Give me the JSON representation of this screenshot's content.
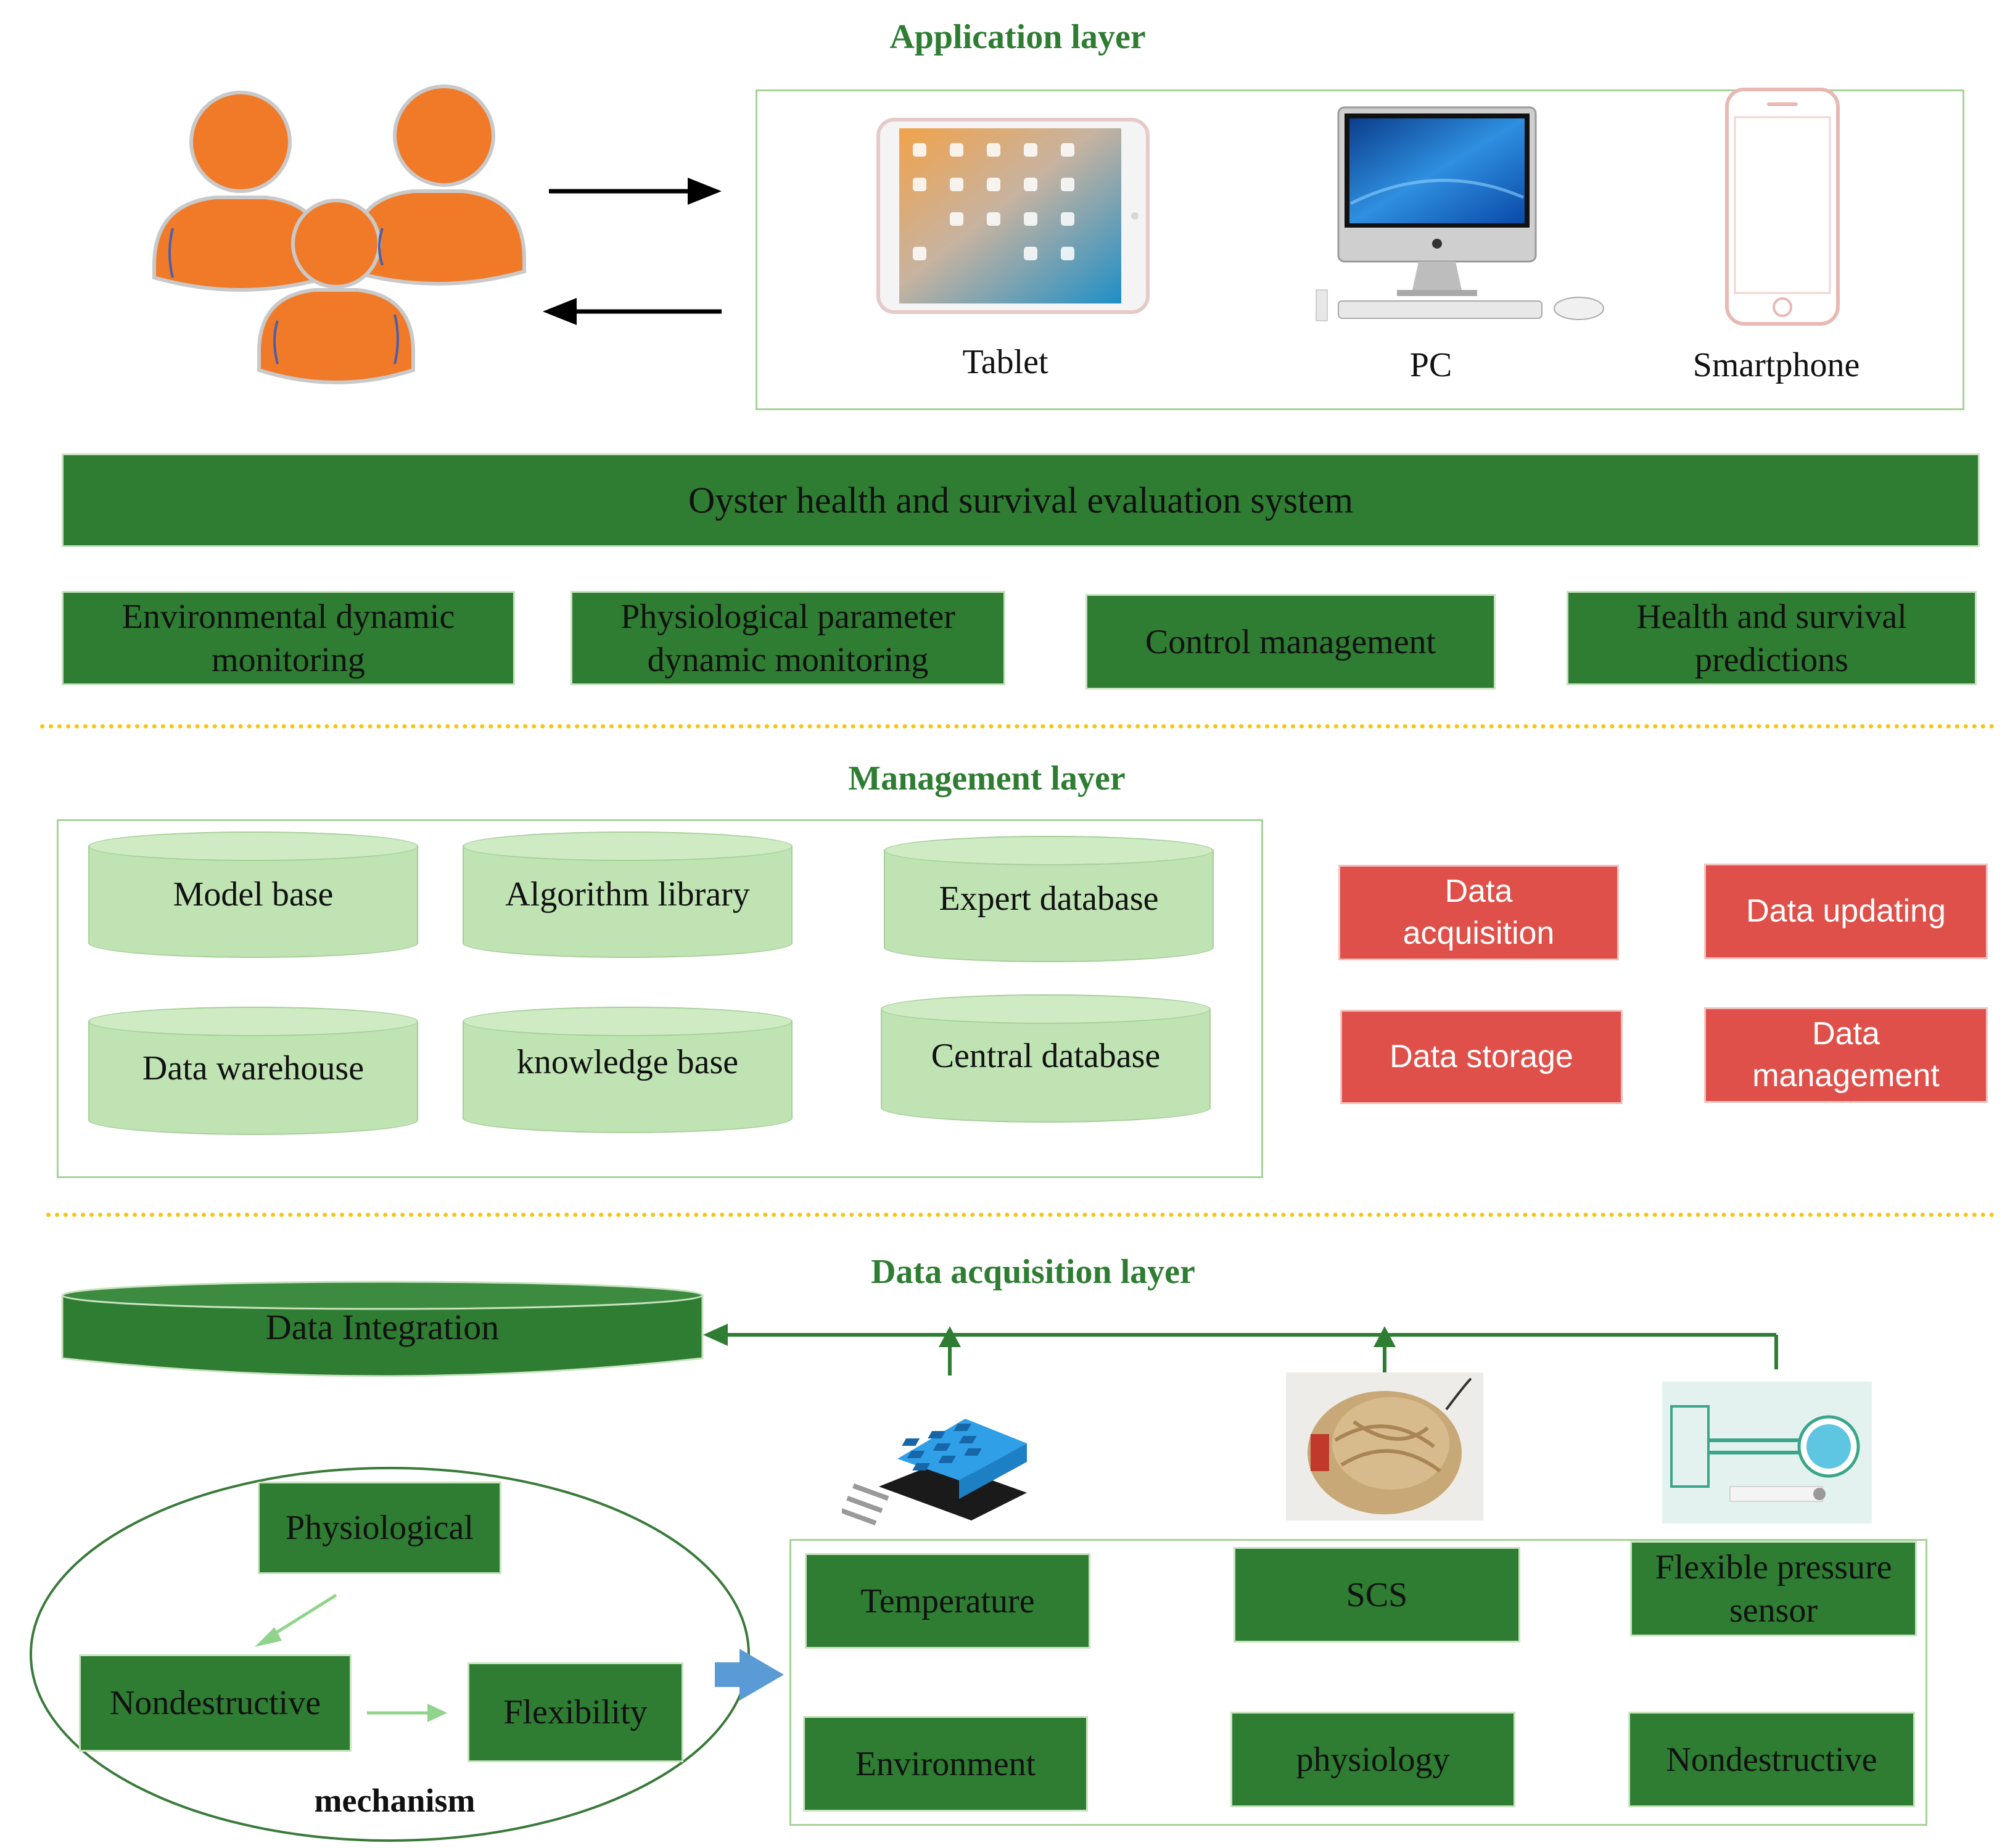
{
  "application_layer": {
    "title": "Application layer",
    "devices": [
      {
        "label": "Tablet",
        "icon": "tablet-icon"
      },
      {
        "label": "PC",
        "icon": "desktop-computer-icon"
      },
      {
        "label": "Smartphone",
        "icon": "smartphone-icon"
      }
    ],
    "system_bar": "Oyster health and survival evaluation system",
    "modules": [
      "Environmental dynamic monitoring",
      "Physiological parameter dynamic monitoring",
      "Control management",
      "Health and survival predictions"
    ]
  },
  "management_layer": {
    "title": "Management layer",
    "databases": [
      "Model base",
      "Algorithm library",
      "Expert database",
      "Data warehouse",
      "knowledge base",
      "Central database"
    ],
    "operations": [
      "Data acquisition",
      "Data updating",
      "Data storage",
      "Data management"
    ]
  },
  "data_acquisition_layer": {
    "title": "Data acquisition layer",
    "integration": "Data Integration",
    "mechanism": {
      "label": "mechanism",
      "items": [
        "Physiological",
        "Nondestructive",
        "Flexibility"
      ]
    },
    "sensors": [
      "Temperature",
      "SCS",
      "Flexible pressure sensor"
    ],
    "categories": [
      "Environment",
      "physiology",
      "Nondestructive"
    ]
  },
  "colors": {
    "green": "#2e7d32",
    "light_green": "#bfe3b3",
    "red": "#e0504a",
    "orange_user": "#f07a28",
    "divider": "#f5c518",
    "blue_arrow": "#5b9bd5"
  }
}
